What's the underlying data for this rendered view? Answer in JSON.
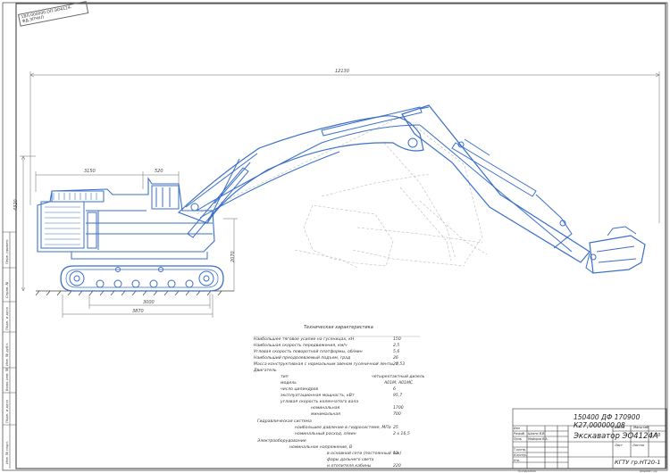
{
  "stamp": {
    "code": "1ВЛ.000000.ОП-ЭО4124-ФД.ЗПЧКЛ"
  },
  "dims": {
    "total_length": "12130",
    "cab_front": "3150",
    "cab_width": "520",
    "height": "4320",
    "clearance": "2070",
    "base": "3000",
    "track_length": "3870"
  },
  "specs": {
    "title": "Техническая характеристика",
    "rows": [
      {
        "label": "Наибольшее тяговое усилие на гусеницах, кН",
        "value": "150"
      },
      {
        "label": "Наибольшая скорость передвижения, км/ч",
        "value": "2,5"
      },
      {
        "label": "Угловая скорость поворотной платформы, об/мин",
        "value": "5,6"
      },
      {
        "label": "Наибольший преодолеваемый подъем, град",
        "value": "26"
      },
      {
        "label": "Масса конструктивная с нормальным звеном гусеничной ленты, т",
        "value": "20,53"
      },
      {
        "label": "Двигатель",
        "value": ""
      },
      {
        "label": "тип",
        "value": "четырехтактный дизель"
      },
      {
        "label": "модель",
        "value": "А01М; А01МС"
      },
      {
        "label": "число цилиндров",
        "value": "6"
      },
      {
        "label": "эксплуатационная мощность, кВт",
        "value": "95,7"
      },
      {
        "label": "угловая скорость коленчатого вала",
        "value": ""
      },
      {
        "label": "номинальная",
        "value": "1700"
      },
      {
        "label": "минимальная",
        "value": "700"
      },
      {
        "label": "Гидравлическая система",
        "value": ""
      },
      {
        "label": "наибольшее давление в гидросистеме, МПа",
        "value": "25"
      },
      {
        "label": "номинальный расход, л/мин",
        "value": "2 х 16,5"
      },
      {
        "label": "Электрооборудование",
        "value": ""
      },
      {
        "label": "номинальное напряжение, В",
        "value": ""
      },
      {
        "label": "в основной сети (постоянный ток)",
        "value": "12"
      },
      {
        "label": "фары дальнего света",
        "value": ""
      },
      {
        "label": "и отопителя кабины",
        "value": "220"
      }
    ]
  },
  "titleblock": {
    "code": "150400 ДФ 170900 К27,000000,08",
    "name": "Экскаватор ЭО4124А",
    "sheet_label": "Лист",
    "sheets_label": "Листов",
    "mass_label": "Масса",
    "scale_label": "Масштаб",
    "scale": "1:50",
    "group": "КГТУ гр.НТ20-1",
    "rows": [
      {
        "role": "Изм",
        "name": ""
      },
      {
        "role": "Разраб.",
        "name": "Шахно В.В."
      },
      {
        "role": "Пров.",
        "name": "Майоров В.А."
      },
      {
        "role": "Т.контр.",
        "name": ""
      },
      {
        "role": "Н.контр.",
        "name": ""
      },
      {
        "role": "Утв.",
        "name": ""
      }
    ],
    "bottom_left": "Копировал",
    "bottom_right": "Формат А1"
  },
  "sidebar": {
    "field1": "Перв. примен.",
    "field2": "Справ. №",
    "field3": "Подп. и дата",
    "field4": "Инв. № дубл.",
    "field5": "Взам. инв. №",
    "field6": "Подп. и дата",
    "field7": "Инв. № подл."
  }
}
